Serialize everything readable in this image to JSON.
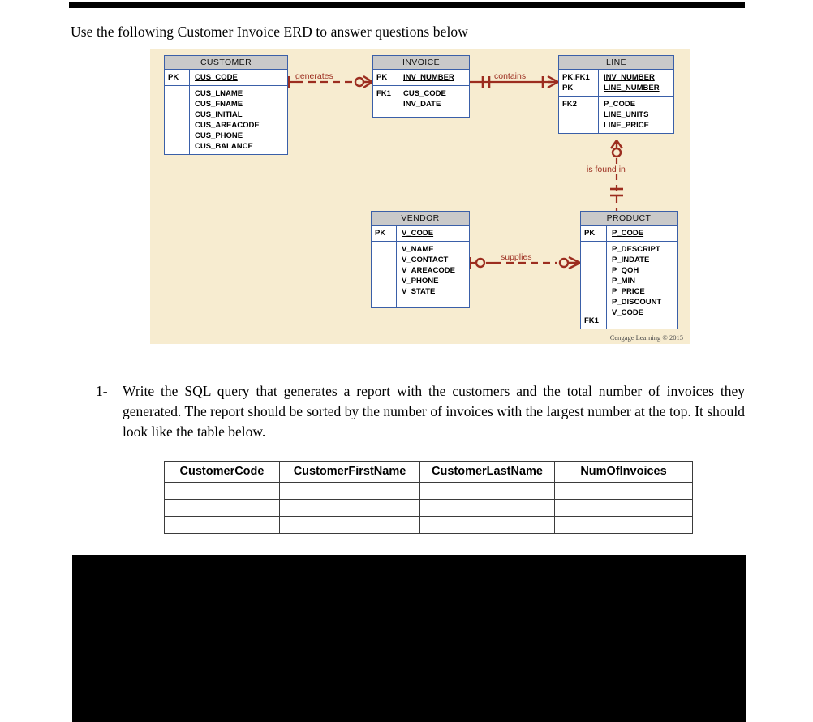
{
  "document": {
    "intro_text": "Use the following Customer Invoice ERD to answer questions below",
    "credit": "Cengage Learning © 2015"
  },
  "erd": {
    "background_color": "#f7ecd0",
    "entity_border_color": "#3a5fa8",
    "entity_header_color": "#c9c9c9",
    "relationship_color": "#9c2d1f",
    "entities": [
      {
        "name": "CUSTOMER",
        "pk_keys": "PK",
        "pk_attrs": "CUS_CODE",
        "attr_keys": "",
        "attrs": "CUS_LNAME\nCUS_FNAME\nCUS_INITIAL\nCUS_AREACODE\nCUS_PHONE\nCUS_BALANCE"
      },
      {
        "name": "INVOICE",
        "pk_keys": "PK",
        "pk_attrs": "INV_NUMBER",
        "attr_keys": "FK1",
        "attrs": "CUS_CODE\nINV_DATE"
      },
      {
        "name": "LINE",
        "pk_keys": "PK,FK1\nPK",
        "pk_attrs": "INV_NUMBER\nLINE_NUMBER",
        "attr_keys": "FK2",
        "attrs": "P_CODE\nLINE_UNITS\nLINE_PRICE"
      },
      {
        "name": "VENDOR",
        "pk_keys": "PK",
        "pk_attrs": "V_CODE",
        "attr_keys": "",
        "attrs": "V_NAME\nV_CONTACT\nV_AREACODE\nV_PHONE\nV_STATE"
      },
      {
        "name": "PRODUCT",
        "pk_keys": "PK",
        "pk_attrs": "P_CODE",
        "attr_keys": "FK1",
        "attrs": "P_DESCRIPT\nP_INDATE\nP_QOH\nP_MIN\nP_PRICE\nP_DISCOUNT\nV_CODE"
      }
    ],
    "relationships": [
      {
        "label": "generates",
        "from": "CUSTOMER",
        "to": "INVOICE",
        "line": "dashed"
      },
      {
        "label": "contains",
        "from": "INVOICE",
        "to": "LINE",
        "line": "solid"
      },
      {
        "label": "is found in",
        "from": "LINE",
        "to": "PRODUCT",
        "line": "dashed"
      },
      {
        "label": "supplies",
        "from": "VENDOR",
        "to": "PRODUCT",
        "line": "dashed"
      }
    ]
  },
  "question": {
    "number": "1-",
    "text": "Write the SQL query that generates a report with the customers and the total number of invoices they generated. The report should be sorted by the number of invoices with the largest number at the top. It should look like the table below."
  },
  "result_table": {
    "headers": [
      "CustomerCode",
      "CustomerFirstName",
      "CustomerLastName",
      "NumOfInvoices"
    ],
    "rows": [
      [
        "",
        "",
        "",
        ""
      ],
      [
        "",
        "",
        "",
        ""
      ],
      [
        "",
        "",
        "",
        ""
      ]
    ]
  }
}
